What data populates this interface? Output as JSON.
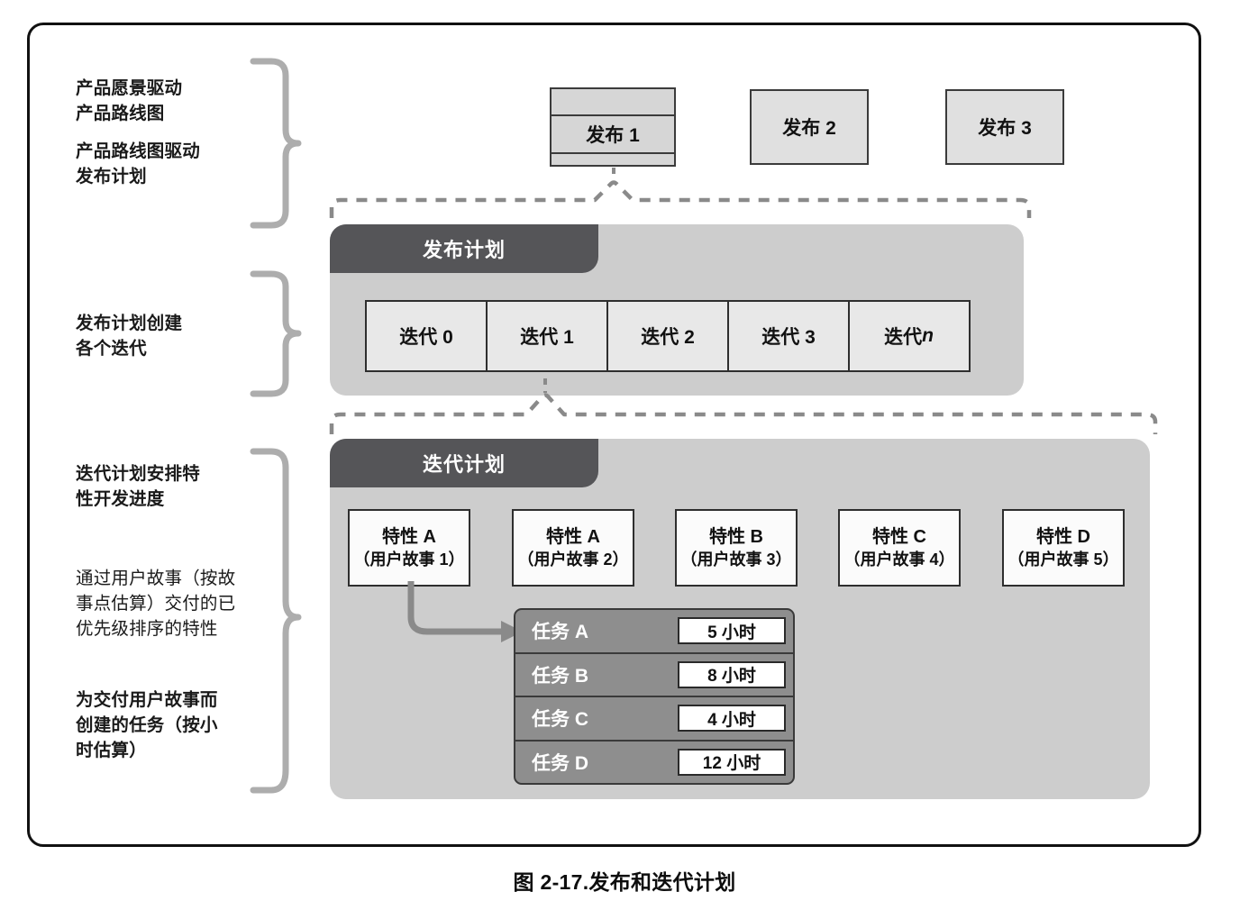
{
  "figure": {
    "caption": "图 2-17.发布和迭代计划"
  },
  "annotations": [
    {
      "id": "vision-roadmap",
      "bold": "产品愿景驱动",
      "rest": "产品路线图"
    },
    {
      "id": "roadmap-release",
      "bold": "产品路线图",
      "rest": "驱动",
      "line2_bold": "发布计划"
    },
    {
      "id": "release-creates-iterations",
      "bold": "发布计",
      "rest": "划创建",
      "line2": "各个迭代"
    },
    {
      "id": "iteration-schedules-features",
      "bold": "迭代计划安",
      "rest": "排特",
      "line2_bold": "性开",
      "line2_rest": "发进度"
    },
    {
      "id": "prioritized-features",
      "text": "通过用户故事（按故事点估算）交付的已优先级排序的特性"
    },
    {
      "id": "tasks-for-stories",
      "text": "为交付用户故事而创建的任务（按小时估算）"
    }
  ],
  "annotation_text": {
    "a1_line1": "产品愿景驱动",
    "a1_line2": "产品路线图",
    "a2_line1": "产品路线图驱动",
    "a2_line2": "发布计划",
    "a3_line1": "发布计划创建",
    "a3_line2": "各个迭代",
    "a4_line1": "迭代计划安排特",
    "a4_line2": "性开发进度",
    "a5_line1": "通过用户故事（按故",
    "a5_line2": "事点估算）交付的已",
    "a5_line3": "优先级排序的特性",
    "a6_line1": "为交付用户故事而",
    "a6_line2": "创建的任务（按小",
    "a6_line3": "时估算）"
  },
  "releases": [
    {
      "label": "发布 1",
      "banded": true
    },
    {
      "label": "发布 2",
      "banded": false
    },
    {
      "label": "发布 3",
      "banded": false
    }
  ],
  "release_plan": {
    "tab_label": "发布计划",
    "iterations": [
      {
        "label": "迭代 0",
        "italic_suffix": ""
      },
      {
        "label": "迭代 1",
        "italic_suffix": ""
      },
      {
        "label": "迭代 2",
        "italic_suffix": ""
      },
      {
        "label": "迭代 3",
        "italic_suffix": ""
      },
      {
        "label": "迭代 ",
        "italic_suffix": "n"
      }
    ]
  },
  "iteration_plan": {
    "tab_label": "迭代计划",
    "features": [
      {
        "title": "特性 A",
        "sub": "（用户故事 1）"
      },
      {
        "title": "特性 A",
        "sub": "（用户故事 2）"
      },
      {
        "title": "特性 B",
        "sub": "（用户故事 3）"
      },
      {
        "title": "特性 C",
        "sub": "（用户故事 4）"
      },
      {
        "title": "特性 D",
        "sub": "（用户故事 5）"
      }
    ],
    "tasks": [
      {
        "label": "任务 A",
        "hours": "5 小时"
      },
      {
        "label": "任务 B",
        "hours": "8 小时"
      },
      {
        "label": "任务 C",
        "hours": "4 小时"
      },
      {
        "label": "任务 D",
        "hours": "12 小时"
      }
    ]
  },
  "colors": {
    "frame_border": "#111111",
    "panel_bg": "#cdcdcd",
    "panel_tab_bg": "#555558",
    "release_box_bg": "#d6d6d6",
    "release_plain_bg": "#e0e0e0",
    "iteration_cell_bg": "#e8e8e8",
    "feature_box_bg": "#fbfbfb",
    "task_row_bg": "#8e8e8e",
    "brace_gray": "#adadad",
    "dashed_gray": "#8a8a8a",
    "arrow_gray": "#8a8a8a"
  }
}
